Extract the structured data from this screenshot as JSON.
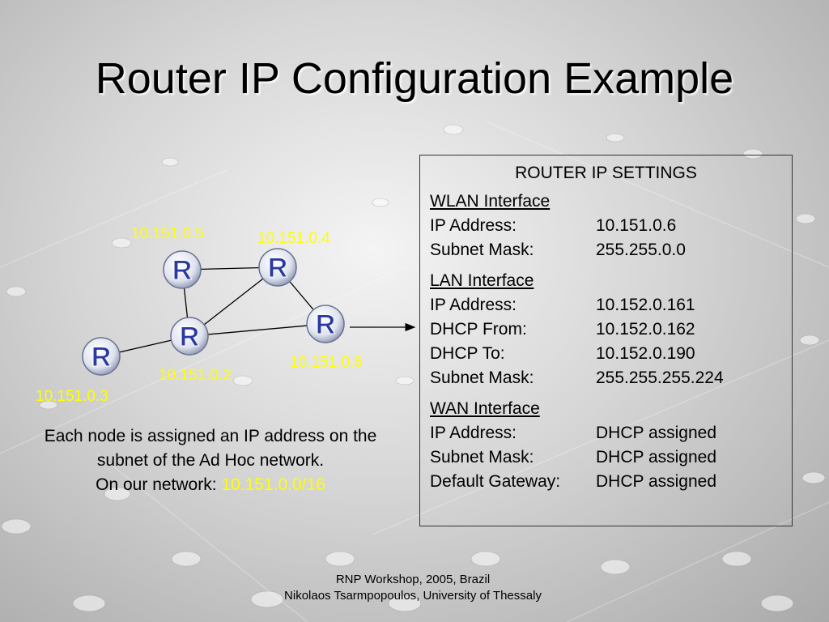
{
  "title": "Router IP Configuration Example",
  "network": {
    "router_label": "R",
    "nodes": [
      {
        "id": "n5",
        "ip": "10.151.0.5"
      },
      {
        "id": "n4",
        "ip": "10.151.0.4"
      },
      {
        "id": "n6",
        "ip": "10.151.0.6"
      },
      {
        "id": "n2",
        "ip": "10.151.0.2"
      },
      {
        "id": "n3",
        "ip": "10.151.0.3"
      }
    ]
  },
  "description": {
    "line1": "Each node is assigned an IP address on the subnet of the Ad Hoc network.",
    "line2_prefix": "On our network: ",
    "line2_value": "10.151.0.0/16"
  },
  "settings": {
    "title": "ROUTER IP SETTINGS",
    "sections": [
      {
        "name": "WLAN Interface",
        "rows": [
          {
            "label": "IP Address:",
            "value": "10.151.0.6"
          },
          {
            "label": "Subnet Mask:",
            "value": "255.255.0.0"
          }
        ]
      },
      {
        "name": "LAN Interface",
        "rows": [
          {
            "label": "IP Address:",
            "value": "10.152.0.161"
          },
          {
            "label": "DHCP From:",
            "value": "10.152.0.162"
          },
          {
            "label": "DHCP To:",
            "value": "10.152.0.190"
          },
          {
            "label": "Subnet Mask:",
            "value": "255.255.255.224"
          }
        ]
      },
      {
        "name": "WAN Interface",
        "rows": [
          {
            "label": "IP Address:",
            "value": "DHCP assigned"
          },
          {
            "label": "Subnet Mask:",
            "value": "DHCP assigned"
          },
          {
            "label": "Default Gateway:",
            "value": "DHCP assigned"
          }
        ]
      }
    ]
  },
  "footer": {
    "line1": "RNP Workshop, 2005, Brazil",
    "line2": "Nikolaos Tsarmpopoulos, University of Thessaly"
  },
  "colors": {
    "ip_label": "#ffff00",
    "router_letter": "#2a3aa0"
  }
}
